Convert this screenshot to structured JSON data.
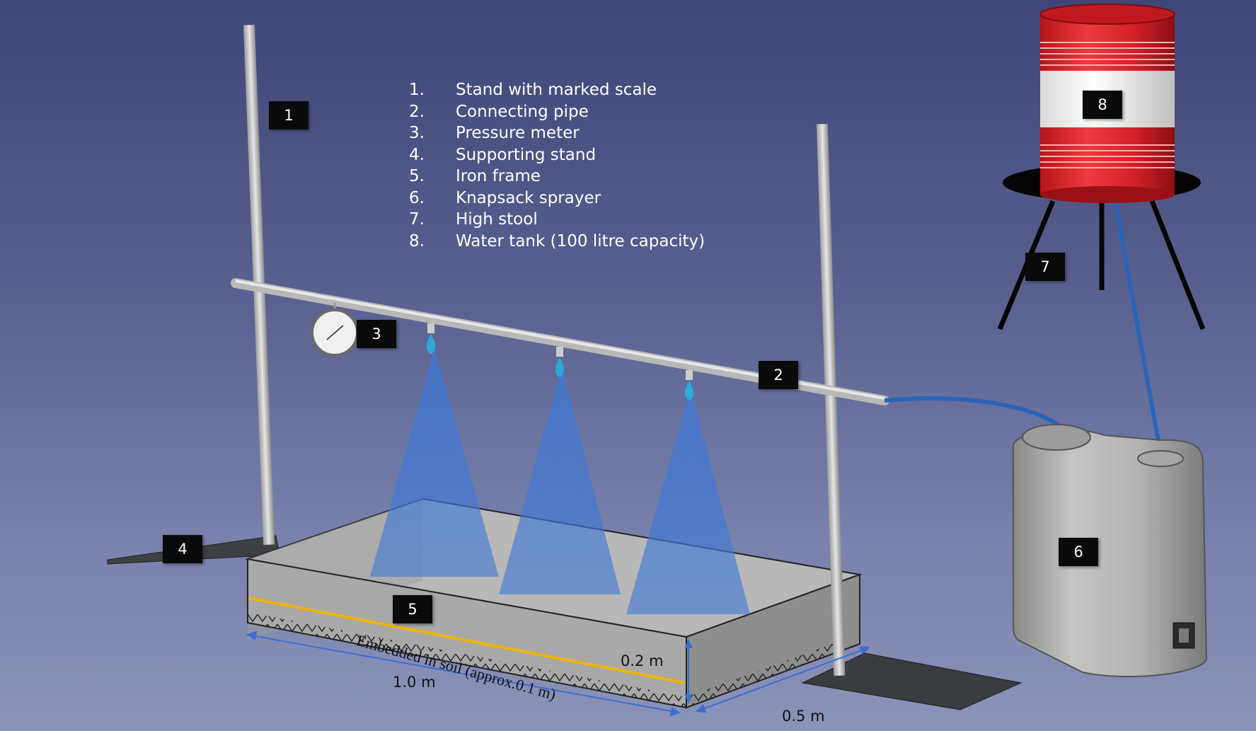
{
  "legend": [
    {
      "num": "1.",
      "text": "Stand with marked scale"
    },
    {
      "num": "2.",
      "text": "Connecting pipe"
    },
    {
      "num": "3.",
      "text": "Pressure meter"
    },
    {
      "num": "4.",
      "text": "Supporting stand"
    },
    {
      "num": "5.",
      "text": "Iron frame"
    },
    {
      "num": "6.",
      "text": "Knapsack sprayer"
    },
    {
      "num": "7.",
      "text": "High stool"
    },
    {
      "num": "8.",
      "text": "Water tank (100 litre capacity)"
    }
  ],
  "tags": {
    "t1": "1",
    "t2": "2",
    "t3": "3",
    "t4": "4",
    "t5": "5",
    "t6": "6",
    "t7": "7",
    "t8": "8"
  },
  "dimensions": {
    "length": "1.0 m",
    "height": "0.2 m",
    "width": "0.5 m",
    "soil_note": "Embedded in soil (approx.0.1 m)"
  },
  "colors": {
    "background_top": "#3f4677",
    "background_bottom": "#8c93b8",
    "spray": "#3a6fd0",
    "tank_red": "#d8202a",
    "soil_line": "#f0b400",
    "hose": "#2a64b8"
  }
}
